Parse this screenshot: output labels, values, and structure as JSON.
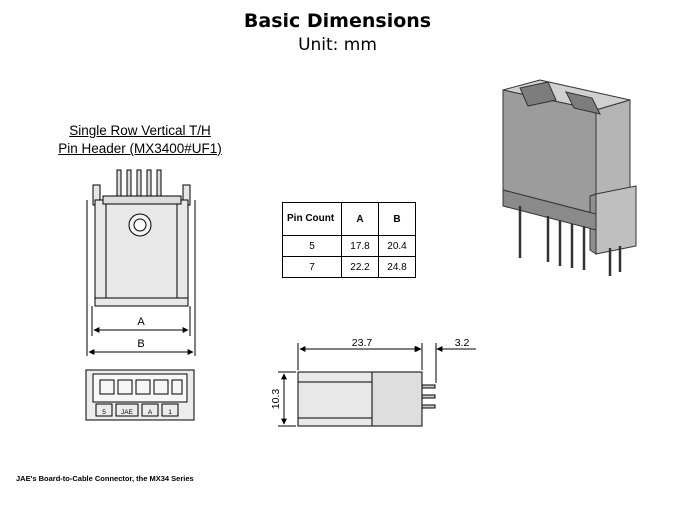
{
  "header": {
    "title": "Basic Dimensions",
    "subtitle": "Unit: mm"
  },
  "caption": {
    "line1": "Single Row Vertical T/H",
    "line2": "Pin Header (MX3400#UF1)"
  },
  "front_view": {
    "dim_a": "A",
    "dim_b": "B"
  },
  "bottom_view": {
    "labels": [
      "5",
      "JAE",
      "A",
      "1"
    ]
  },
  "side_view": {
    "width": "23.7",
    "pin_offset": "3.2",
    "height": "10.3"
  },
  "table": {
    "headers": [
      "Pin Count",
      "A",
      "B"
    ],
    "rows": [
      [
        "5",
        "17.8",
        "20.4"
      ],
      [
        "7",
        "22.2",
        "24.8"
      ]
    ]
  },
  "footer": {
    "text": "JAE's Board-to-Cable Connector, the MX34 Series"
  },
  "colors": {
    "line": "#000000",
    "body_fill": "#cfcfcf",
    "render_fill": "#a9a9a9"
  }
}
